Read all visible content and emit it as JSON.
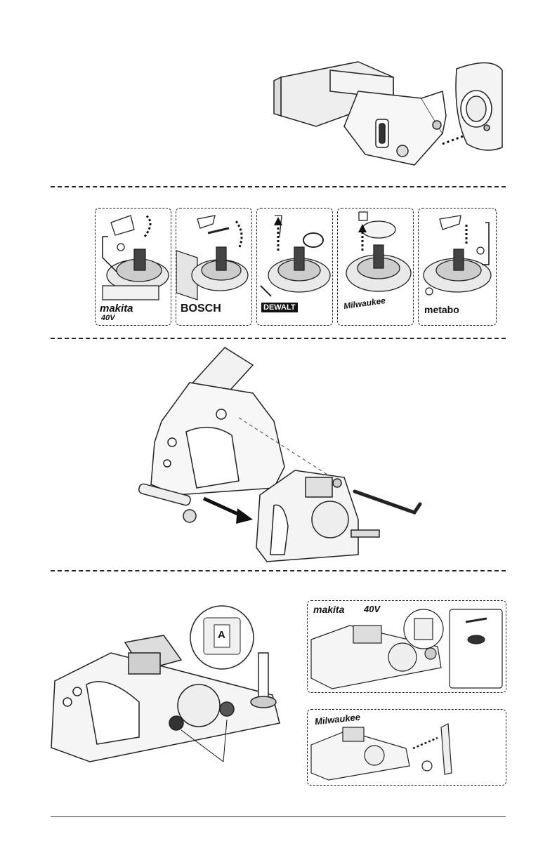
{
  "brands": {
    "makita": "makita",
    "makita_sub": "40V",
    "bosch": "BOSCH",
    "dewalt": "DEWALT",
    "milwaukee": "Milwaukee",
    "metabo": "metabo"
  },
  "step4": {
    "dial_letter": "A",
    "makita": "makita",
    "makita_sub": "40V",
    "milwaukee": "Milwaukee"
  }
}
